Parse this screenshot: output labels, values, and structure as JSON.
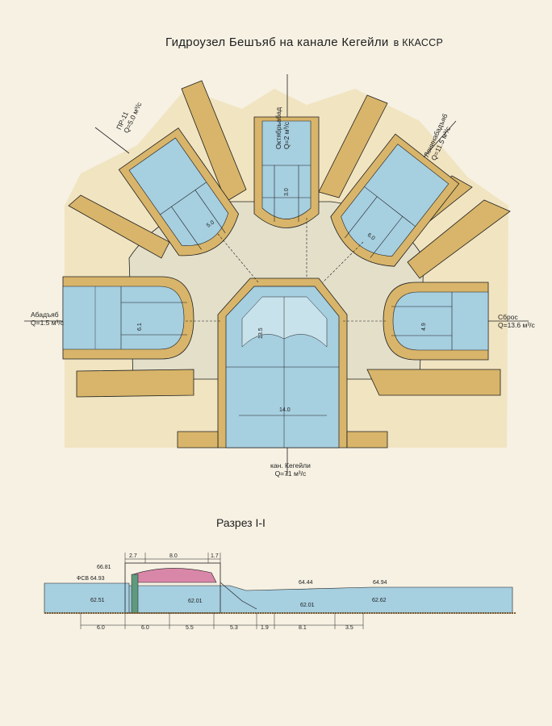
{
  "title": {
    "main": "Гидроузел Бешъяб на канале Кегейли",
    "region": "в ККАССР"
  },
  "plan": {
    "canals": [
      {
        "id": "pr11",
        "name": "ПР-11",
        "discharge": "Q=5.0 м³/с"
      },
      {
        "id": "oktyabr",
        "name": "Октябрьабад",
        "discharge": "Q=2 м³/с"
      },
      {
        "id": "leninabad",
        "name": "Ленинабадъяб",
        "discharge": "Q=11.5 м³/с"
      },
      {
        "id": "abad",
        "name": "Абадъяб",
        "discharge": "Q=1.5 м³/с"
      },
      {
        "id": "sbros",
        "name": "Сброс",
        "discharge": "Q=13.6 м³/с"
      },
      {
        "id": "kegeyli",
        "name": "кан. Кегейли",
        "discharge": "Q=71 м³/с"
      }
    ],
    "dimensions": {
      "center_height": "13.5",
      "main_width": "14.0",
      "pr11_width": "5.0",
      "oktyabr_width": "3.0",
      "leninabad_width": "6.0",
      "abad_width": "6.1",
      "sbros_width": "4.9"
    }
  },
  "section": {
    "title": "Разрез I-I",
    "top_dims": [
      "2.7",
      "8.0",
      "1.7"
    ],
    "elevations": {
      "crest": "66.81",
      "fsl_left": "ФСВ 64.93",
      "bottom_left": "62.51",
      "bottom_mid": "62.01",
      "bottom_right_inner": "62.01",
      "water_mid": "64.44",
      "water_right": "64.94",
      "bottom_right": "62.62"
    },
    "bottom_dims": [
      "6.0",
      "6.0",
      "5.5",
      "5.3",
      "1.9",
      "8.1",
      "3.5"
    ]
  },
  "colors": {
    "background": "#f6f1e3",
    "concrete": "#e3dfc9",
    "earth_fill": "#ecd9a6",
    "embankment": "#d8b56a",
    "water": "#a6cfe0",
    "line": "#1f1f1f",
    "pink": "#d987a8"
  }
}
